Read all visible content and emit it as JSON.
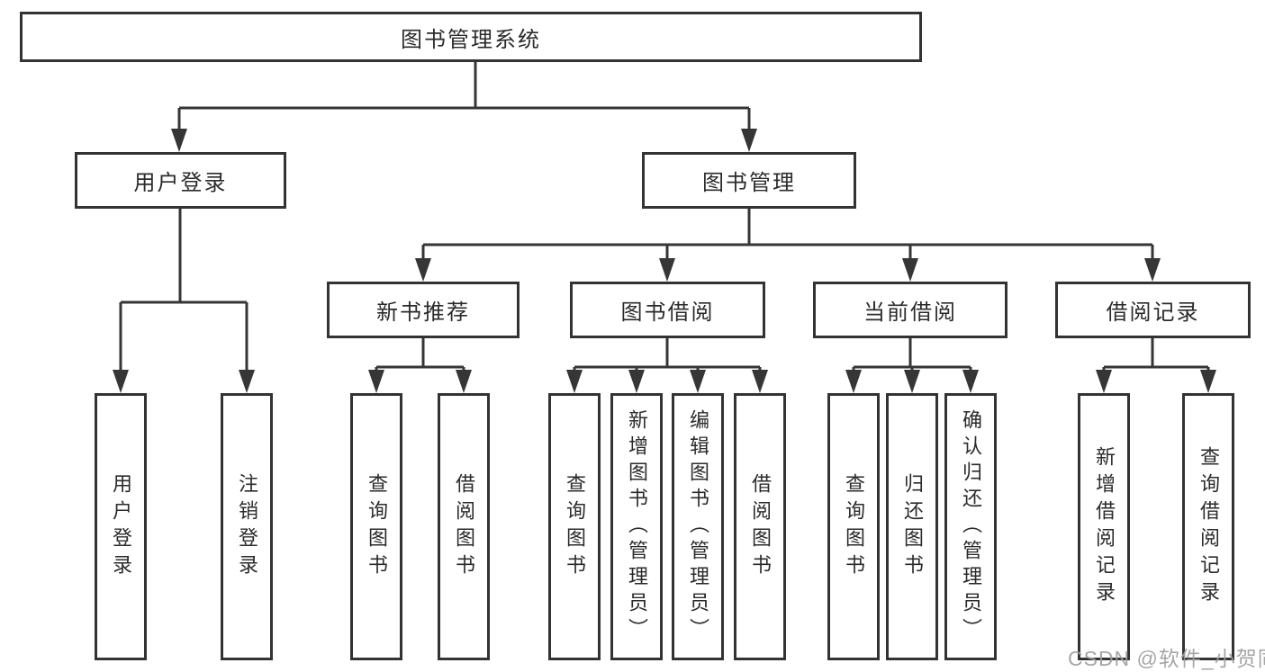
{
  "diagram": {
    "type": "hierarchy-tree",
    "title": "图书管理系统"
  },
  "tree": {
    "root": "图书管理系统",
    "user_login": {
      "label": "用户登录",
      "children": [
        "用户登录",
        "注销登录"
      ]
    },
    "book_management": {
      "label": "图书管理",
      "sections": [
        {
          "label": "新书推荐",
          "children": [
            "查询图书",
            "借阅图书"
          ]
        },
        {
          "label": "图书借阅",
          "children": [
            "查询图书",
            "新增图书（管理员）",
            "编辑图书（管理员）",
            "借阅图书"
          ]
        },
        {
          "label": "当前借阅",
          "children": [
            "查询图书",
            "归还图书",
            "确认归还（管理员）"
          ]
        },
        {
          "label": "借阅记录",
          "children": [
            "新增借阅记录",
            "查询借阅记录"
          ]
        }
      ]
    }
  },
  "watermark": "CSDN @软件_小贺同学",
  "colors": {
    "line": "#363636",
    "box_border": "#333333",
    "text": "#2b2b2b",
    "watermark": "#9e9e9e",
    "background": "#ffffff"
  }
}
